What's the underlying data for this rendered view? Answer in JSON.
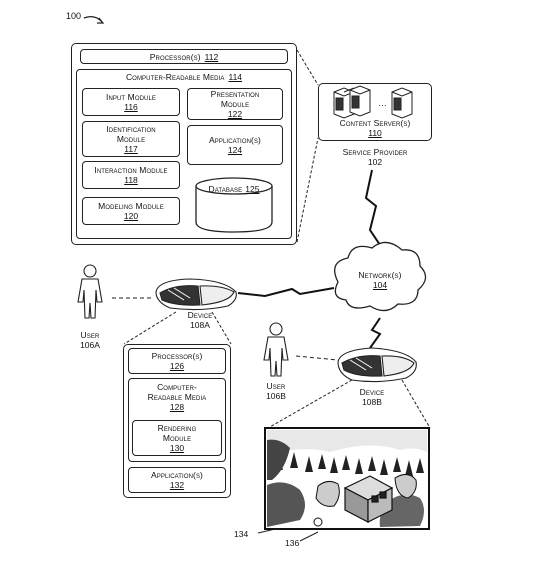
{
  "figure": {
    "ref": "100"
  },
  "system": {
    "processor": {
      "label": "Processor(s)",
      "num": "112"
    },
    "crm": {
      "label": "Computer-Readable Media",
      "num": "114"
    },
    "modules": [
      {
        "label": "Input Module",
        "num": "116"
      },
      {
        "label": "Identification Module",
        "num": "117"
      },
      {
        "label": "Interaction Module",
        "num": "118"
      },
      {
        "label": "Modeling Module",
        "num": "120"
      },
      {
        "label": "Presentation Module",
        "num": "122"
      },
      {
        "label": "Application(s)",
        "num": "124"
      }
    ],
    "database": {
      "label": "Database",
      "num": "125"
    }
  },
  "service_provider": {
    "content_servers": {
      "label": "Content Server(s)",
      "num": "110"
    },
    "label": "Service Provider",
    "num": "102"
  },
  "network": {
    "label": "Network(s)",
    "num": "104"
  },
  "user_a": {
    "label": "User",
    "num": "106A"
  },
  "user_b": {
    "label": "User",
    "num": "106B"
  },
  "device_a": {
    "label": "Device",
    "num": "108A"
  },
  "device_b": {
    "label": "Device",
    "num": "108B"
  },
  "device_detail": {
    "processor": {
      "label": "Processor(s)",
      "num": "126"
    },
    "crm": {
      "label": "Computer-Readable Media",
      "num": "128"
    },
    "rendering": {
      "label": "Rendering Module",
      "num": "130"
    },
    "applications": {
      "label": "Application(s)",
      "num": "132"
    }
  },
  "scene_refs": {
    "a": "134",
    "b": "136"
  }
}
